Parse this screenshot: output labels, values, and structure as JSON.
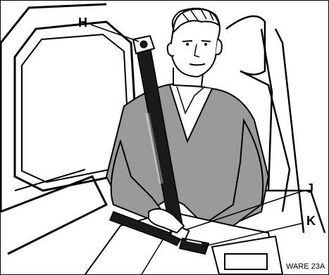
{
  "labels": {
    "h": "H",
    "j": "J",
    "k": "K"
  },
  "figure_ref": "WARE 23A",
  "colors": {
    "line": "#000000",
    "sweater": "#9a9a9a",
    "belt": "#1a1a1a",
    "background": "#ffffff"
  }
}
